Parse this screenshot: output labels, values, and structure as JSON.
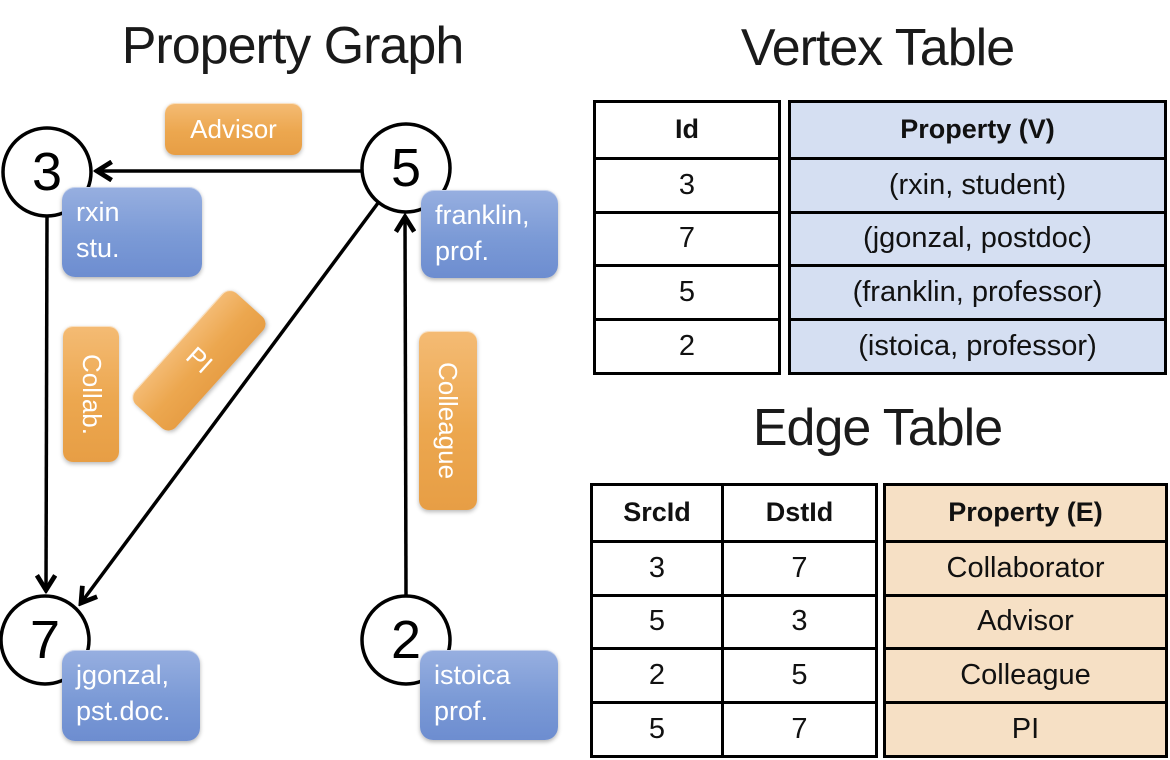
{
  "graph": {
    "title": "Property Graph",
    "nodes": [
      {
        "id": "3"
      },
      {
        "id": "5"
      },
      {
        "id": "7"
      },
      {
        "id": "2"
      }
    ],
    "edges": [
      {
        "src": "5",
        "dst": "3",
        "label": "Advisor"
      },
      {
        "src": "3",
        "dst": "7",
        "label": "Collab."
      },
      {
        "src": "5",
        "dst": "7",
        "label": "PI"
      },
      {
        "src": "2",
        "dst": "5",
        "label": "Colleague"
      }
    ],
    "property_boxes": [
      {
        "node": "3",
        "line1": "rxin",
        "line2": "stu."
      },
      {
        "node": "5",
        "line1": "franklin,",
        "line2": "prof."
      },
      {
        "node": "7",
        "line1": "jgonzal,",
        "line2": "pst.doc."
      },
      {
        "node": "2",
        "line1": "istoica",
        "line2": "prof."
      }
    ]
  },
  "vertex_table": {
    "title": "Vertex Table",
    "columns": [
      "Id",
      "Property (V)"
    ],
    "rows": [
      [
        "3",
        "(rxin, student)"
      ],
      [
        "7",
        "(jgonzal, postdoc)"
      ],
      [
        "5",
        "(franklin, professor)"
      ],
      [
        "2",
        "(istoica, professor)"
      ]
    ]
  },
  "edge_table": {
    "title": "Edge Table",
    "columns": [
      "SrcId",
      "DstId",
      "Property (E)"
    ],
    "rows": [
      [
        "3",
        "7",
        "Collaborator"
      ],
      [
        "5",
        "3",
        "Advisor"
      ],
      [
        "2",
        "5",
        "Colleague"
      ],
      [
        "5",
        "7",
        "PI"
      ]
    ]
  },
  "colors": {
    "edge_label_orange": "#ECA74F",
    "vertex_label_blue": "#7B9AD6",
    "vertex_cell_bg": "#D5DFF2",
    "edge_cell_bg": "#F6E0C5",
    "line_black": "#000000"
  }
}
